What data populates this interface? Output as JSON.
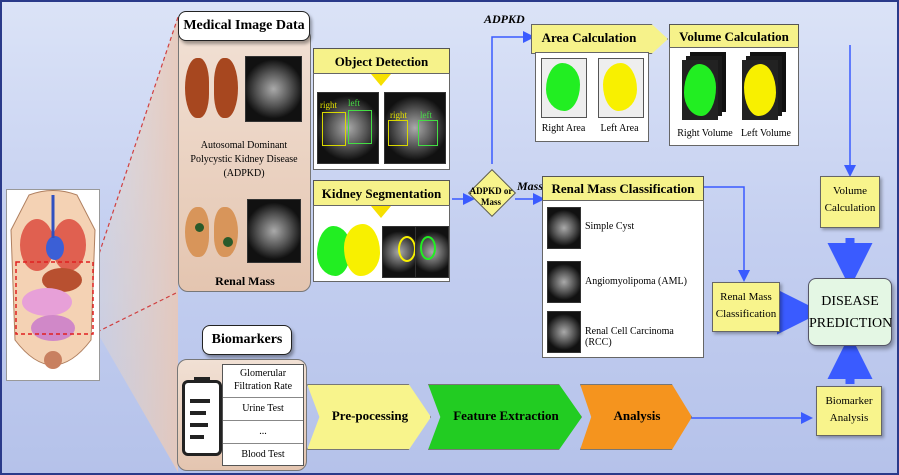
{
  "medical": {
    "title": "Medical Image Data",
    "adpkd_caption": "Autosomal Dominant Polycystic Kidney Disease (ADPKD)",
    "renal_mass_caption": "Renal Mass"
  },
  "object_detection": {
    "title": "Object Detection",
    "left_label": "left",
    "right_label": "right"
  },
  "kidney_segmentation": {
    "title": "Kidney Segmentation"
  },
  "decision": {
    "label": "ADPKD or Mass"
  },
  "path_labels": {
    "adpkd": "ADPKD",
    "mass": "Mass"
  },
  "area": {
    "title": "Area Calculation",
    "right": "Right Area",
    "left": "Left Area"
  },
  "volume": {
    "title": "Volume Calculation",
    "right": "Right Volume",
    "left": "Left Volume"
  },
  "classification": {
    "title": "Renal Mass Classification",
    "items": [
      "Simple Cyst",
      "Angiomyolipoma  (AML)",
      "Renal Cell Carcinoma (RCC)"
    ]
  },
  "notes": {
    "volume": "Volume Calculation",
    "renal_mass": "Renal Mass Classification",
    "biomarker": "Biomarker Analysis"
  },
  "disease": {
    "label": "DISEASE PREDICTION"
  },
  "biomarkers": {
    "title": "Biomarkers",
    "rows": [
      "Glomerular Filtration Rate",
      "Urine Test",
      "...",
      "Blood Test"
    ]
  },
  "pipeline": {
    "preprocessing": "Pre-pocessing",
    "feature": "Feature Extraction",
    "analysis": "Analysis"
  },
  "colors": {
    "accent_blue": "#3a5bff",
    "note_yellow": "#f8f48c",
    "green_step": "#22cc22",
    "orange_step": "#f5941e",
    "disease_fill": "#e4f7e4"
  }
}
